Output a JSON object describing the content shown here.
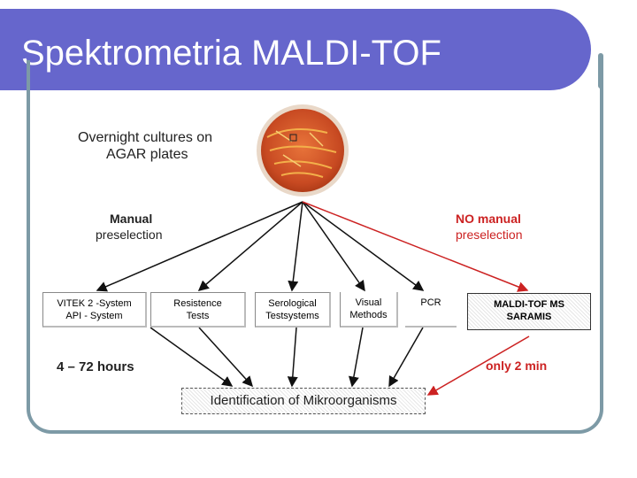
{
  "title": "Spektrometria MALDI-TOF",
  "cultures": {
    "line1": "Overnight cultures on",
    "line2": "AGAR plates"
  },
  "manual": {
    "line1": "Manual",
    "line2": "preselection"
  },
  "no_manual": {
    "line1": "NO manual",
    "line2": "preselection"
  },
  "methods": [
    {
      "line1": "VITEK 2 -System",
      "line2": "API - System"
    },
    {
      "line1": "Resistence",
      "line2": "Tests"
    },
    {
      "line1": "Serological",
      "line2": "Testsystems"
    },
    {
      "line1": "Visual",
      "line2": "Methods"
    },
    {
      "line1": "PCR",
      "line2": ""
    }
  ],
  "maldi": {
    "line1": "MALDI-TOF MS",
    "line2": "SARAMIS"
  },
  "time_manual": "4 – 72 hours",
  "time_maldi": "only 2 min",
  "identification": "Identification of Mikroorganisms",
  "colors": {
    "title_bar": "#6666cc",
    "frame": "#7d9aa6",
    "red": "#cc2222",
    "agar": "#d8552a"
  }
}
